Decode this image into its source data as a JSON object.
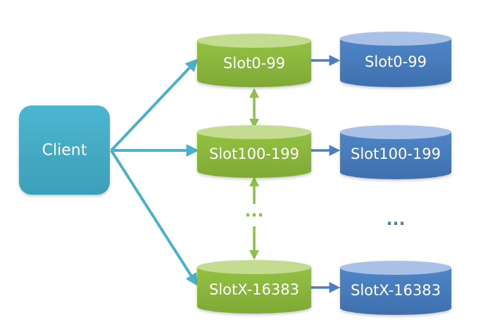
{
  "client": {
    "label": "Client",
    "color": "#45aec8"
  },
  "primaries": [
    {
      "label": "Slot0-99"
    },
    {
      "label": "Slot100-199"
    },
    {
      "label": "SlotX-16383"
    }
  ],
  "replicas": [
    {
      "label": "Slot0-99"
    },
    {
      "label": "Slot100-199"
    },
    {
      "label": "SlotX-16383"
    }
  ],
  "ellipsis_primary": "···",
  "ellipsis_replica": "···",
  "colors": {
    "primary_body": "#8bb83c",
    "primary_top": "#c3dc8f",
    "replica_body": "#4a7fc1",
    "replica_top": "#a9c1e6",
    "client_arrows": "#4bb0cc",
    "primary_links": "#8cc04a",
    "replica_arrows": "#4a7fc1",
    "ellipsis_primary": "#8cc04a",
    "ellipsis_replica": "#4a7fc1"
  }
}
